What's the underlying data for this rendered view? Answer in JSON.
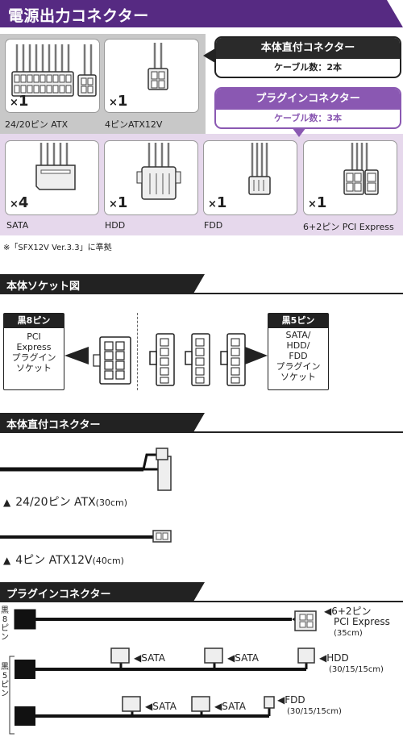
{
  "title": "電源出力コネクター",
  "connectors_direct": [
    {
      "count": "1",
      "label": "24/20ピン ATX"
    },
    {
      "count": "1",
      "label": "4ピンATX12V"
    }
  ],
  "connectors_plugin": [
    {
      "count": "4",
      "label": "SATA"
    },
    {
      "count": "1",
      "label": "HDD"
    },
    {
      "count": "1",
      "label": "FDD"
    },
    {
      "count": "1",
      "label": "6+2ピン PCI Express"
    }
  ],
  "multiplier_symbol": "×",
  "direct_callout": {
    "title": "本体直付コネクター",
    "cables": "ケーブル数：2本"
  },
  "plugin_callout": {
    "title": "プラグインコネクター",
    "cables": "ケーブル数：3本"
  },
  "note": "※「SFX12V Ver.3.3」に準拠",
  "socket_section": {
    "title": "本体ソケット図",
    "left_tag": "黒8ピン",
    "left_desc": [
      "PCI",
      "Express",
      "プラグイン",
      "ソケット"
    ],
    "right_tag": "黒5ピン",
    "right_desc": [
      "SATA/",
      "HDD/",
      "FDD",
      "プラグイン",
      "ソケット"
    ]
  },
  "direct_section": {
    "title": "本体直付コネクター",
    "cable1_name": "24/20ピン ATX",
    "cable1_len": "(30cm)",
    "cable2_name": "4ピン ATX12V",
    "cable2_len": "(40cm)"
  },
  "plugin_section": {
    "title": "プラグインコネクター",
    "side8": [
      "黒",
      "8",
      "ピ",
      "ン"
    ],
    "side5": [
      "黒",
      "5",
      "ピ",
      "ン"
    ],
    "pcie_name1": "6+2ピン",
    "pcie_name2": "PCI Express",
    "pcie_len": "(35cm)",
    "sata": "SATA",
    "hdd": "HDD",
    "hdd_len": "(30/15/15cm)",
    "fdd": "FDD",
    "fdd_len": "(30/15/15cm)"
  }
}
